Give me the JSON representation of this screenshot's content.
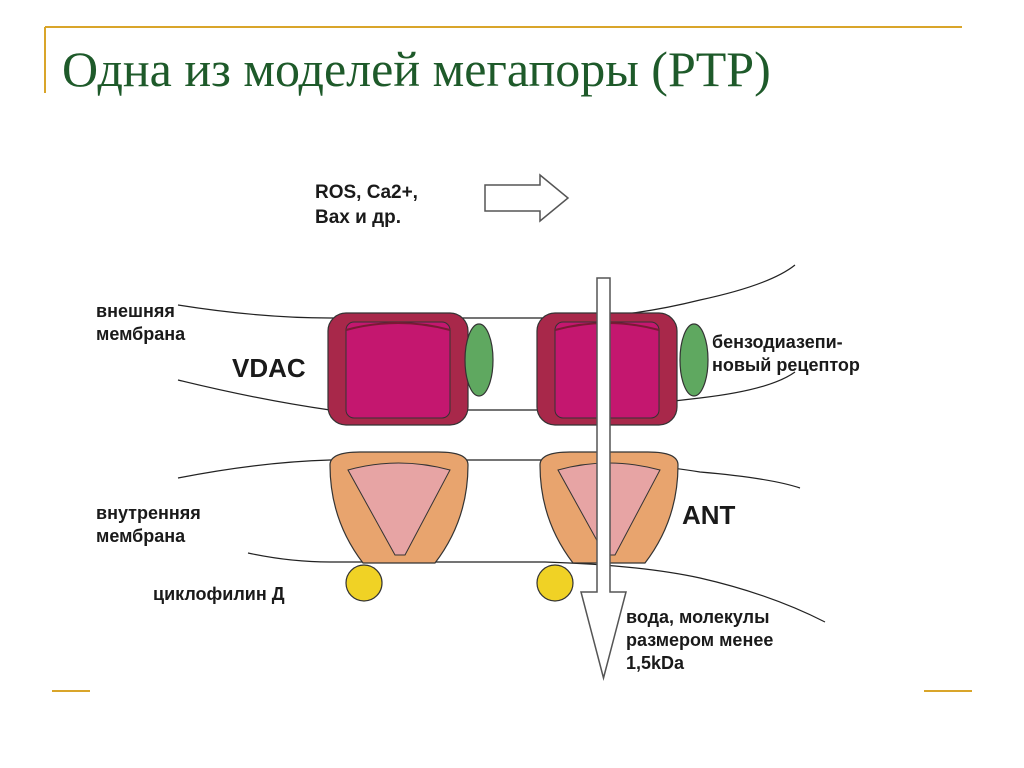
{
  "slide": {
    "title": "Одна из моделей мегапоры (PTP)",
    "accent_color": "#d9a52a",
    "title_color": "#1e5a2a"
  },
  "diagram": {
    "stimulus": {
      "line1": "ROS, Ca2+,",
      "line2": "Bax и др."
    },
    "outer_membrane": {
      "line1": "внешняя",
      "line2": "мембрана"
    },
    "inner_membrane": {
      "line1": "внутренняя",
      "line2": "мембрана"
    },
    "vdac": "VDAC",
    "ant": "ANT",
    "benzodiazepine_receptor": {
      "line1": "бензодиазепи-",
      "line2": "новый рецептор"
    },
    "cyclophilin": "циклофилин Д",
    "flow": {
      "line1": "вода, молекулы",
      "line2": "размером менее",
      "line3": "1,5kDa"
    },
    "colors": {
      "vdac": "#c4176f",
      "vdac_rim": "#a8284a",
      "receptor": "#5fa860",
      "ant_outer": "#e8a46e",
      "ant_inner": "#e7a4a4",
      "cyclophilin": "#f0d225"
    }
  }
}
